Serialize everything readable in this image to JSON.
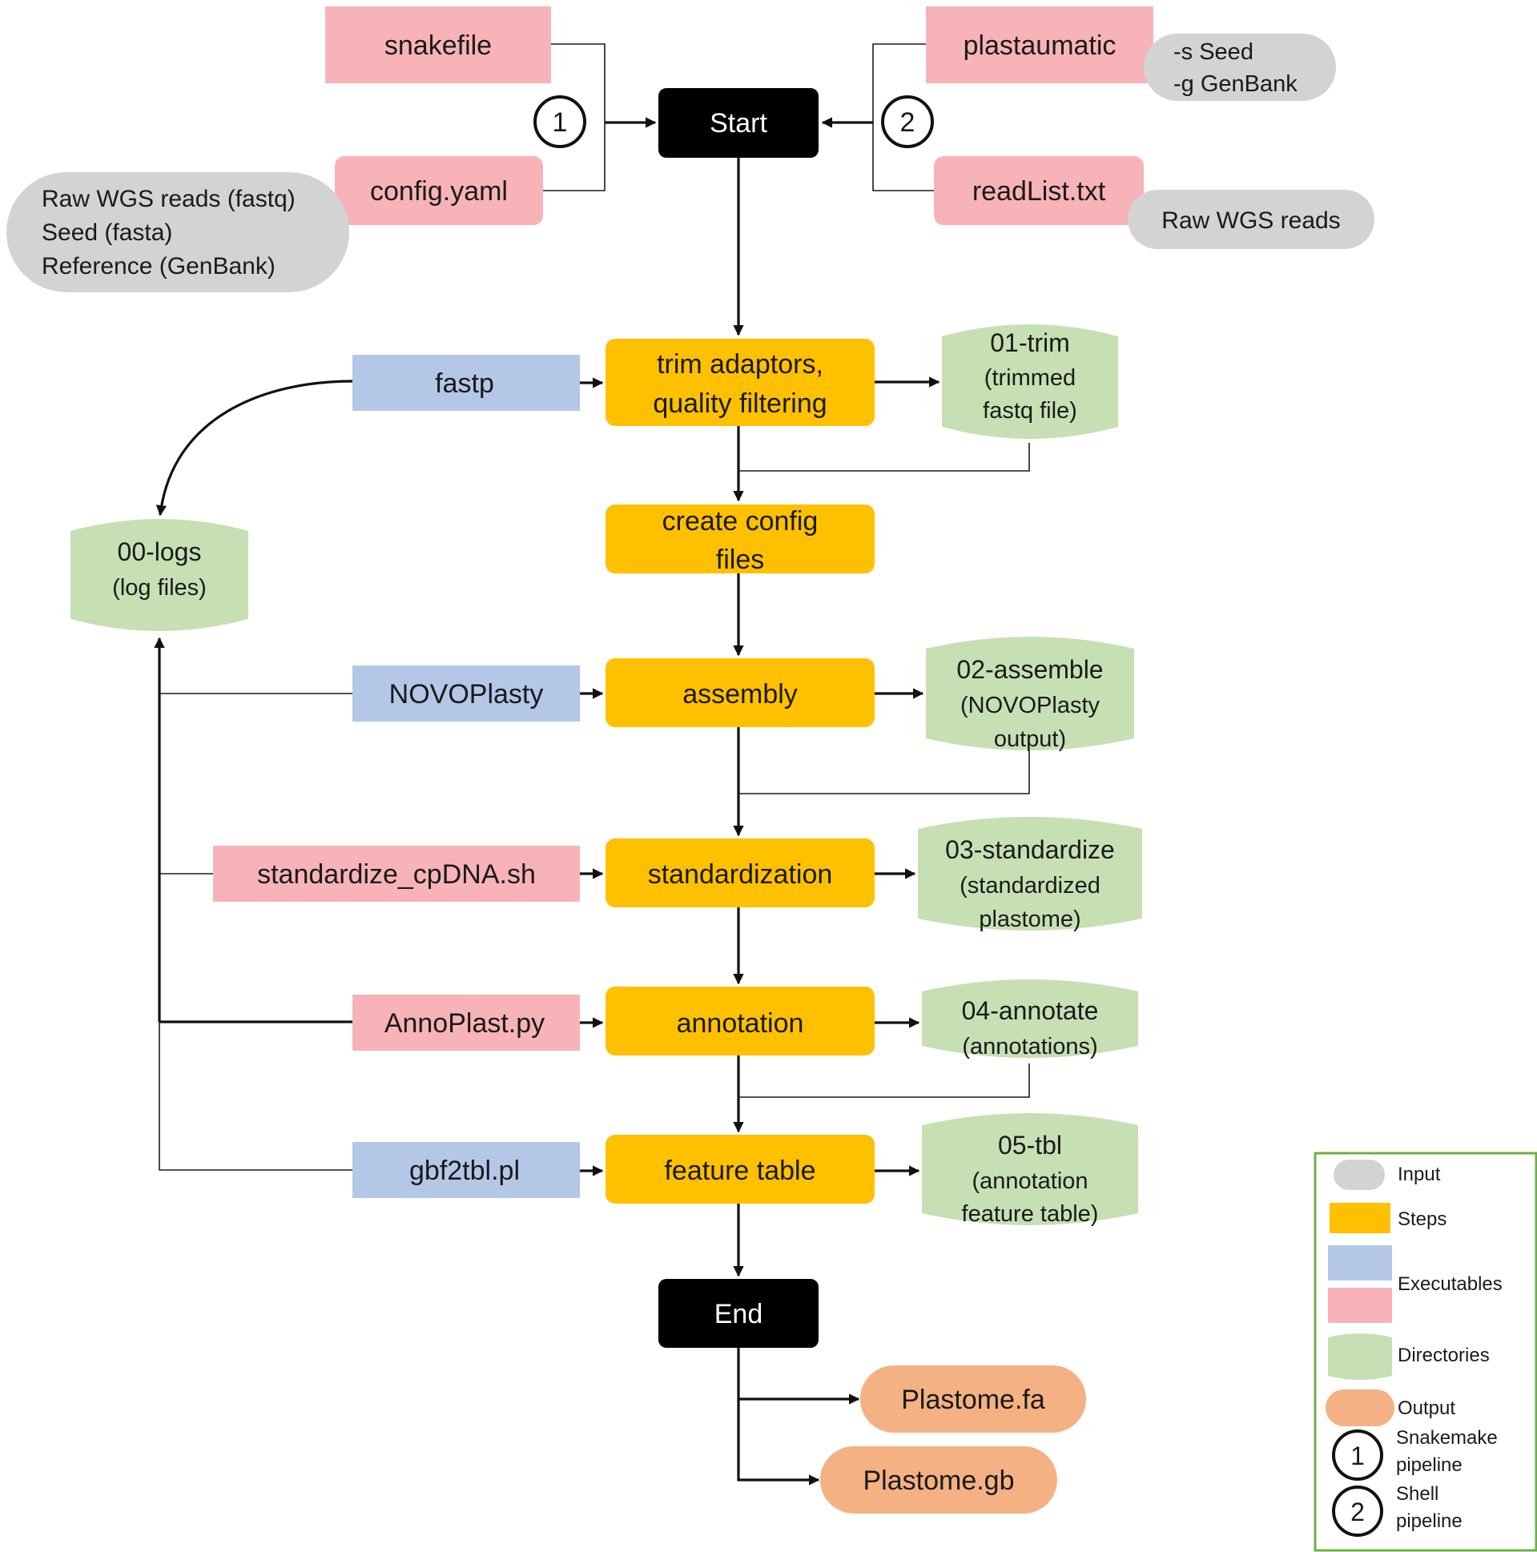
{
  "colors": {
    "input": "#d3d3d3",
    "step": "#ffc000",
    "executable_blue": "#b4c7e7",
    "executable_pink": "#f8b3b8",
    "directory": "#c6e0b4",
    "output": "#f4b183",
    "terminal": "#000000",
    "legend_border": "#70ad47"
  },
  "terminals": {
    "start": "Start",
    "end": "End"
  },
  "top_inputs": {
    "snakefile": "snakefile",
    "config_yaml": "config.yaml",
    "config_inputs": [
      "Raw WGS reads (fastq)",
      "Seed (fasta)",
      "Reference (GenBank)"
    ],
    "plastaumatic": "plastaumatic",
    "plastaumatic_args": [
      "-s Seed",
      "-g GenBank"
    ],
    "readlist": "readList.txt",
    "readlist_input": "Raw WGS reads",
    "pipeline_1": "1",
    "pipeline_2": "2"
  },
  "steps": [
    {
      "label": [
        "trim adaptors,",
        "quality filtering"
      ],
      "tool": "fastp",
      "tool_type": "blue",
      "dir": [
        "01-trim",
        "(trimmed",
        "fastq file)"
      ]
    },
    {
      "label": [
        "create config",
        "files"
      ]
    },
    {
      "label": [
        "assembly"
      ],
      "tool": "NOVOPlasty",
      "tool_type": "blue",
      "dir": [
        "02-assemble",
        "(NOVOPlasty",
        "output)"
      ]
    },
    {
      "label": [
        "standardization"
      ],
      "tool": "standardize_cpDNA.sh",
      "tool_type": "pink",
      "dir": [
        "03-standardize",
        "(standardized",
        "plastome)"
      ]
    },
    {
      "label": [
        "annotation"
      ],
      "tool": "AnnoPlast.py",
      "tool_type": "pink",
      "dir": [
        "04-annotate",
        "(annotations)"
      ]
    },
    {
      "label": [
        "feature table"
      ],
      "tool": "gbf2tbl.pl",
      "tool_type": "blue",
      "dir": [
        "05-tbl",
        "(annotation",
        "feature table)"
      ]
    }
  ],
  "logs": [
    "00-logs",
    "(log files)"
  ],
  "outputs": [
    "Plastome.fa",
    "Plastome.gb"
  ],
  "legend": {
    "input": "Input",
    "steps": "Steps",
    "executables": "Executables",
    "directories": "Directories",
    "output": "Output",
    "pipeline_1_num": "1",
    "pipeline_1_label": [
      "Snakemake",
      "pipeline"
    ],
    "pipeline_2_num": "2",
    "pipeline_2_label": [
      "Shell",
      "pipeline"
    ]
  }
}
